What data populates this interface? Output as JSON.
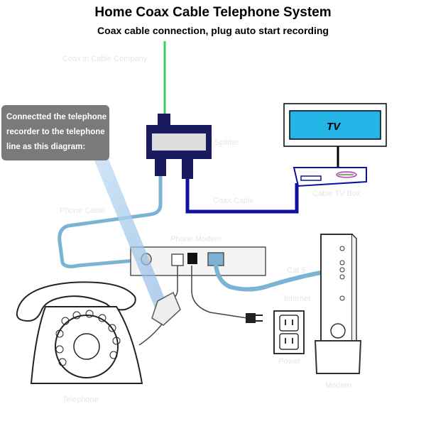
{
  "title": "Home Coax Cable Telephone System",
  "subtitle": "Coax cable connection, plug auto start recording",
  "note": {
    "lines": [
      "Connectted the telephone",
      "recorder to the telephone",
      "line as this diagram:"
    ]
  },
  "tv_label": "TV",
  "faint_labels": {
    "coax_in": "Coax in Cable Company",
    "splitter": "Splitter",
    "coax_cable": "Coax Cable",
    "cable_tv_box": "Cable TV Box",
    "phone_cable": "Phone Cable",
    "phone_modem": "Phone Modem",
    "cat5": "Cat 5",
    "internet": "Internet",
    "power": "Power",
    "modem_tower": "Modem",
    "telephone": "Telephone"
  },
  "colors": {
    "coax_in": "#33cc66",
    "coax_dark": "#1010a0",
    "phone_line": "#7ab3d3",
    "splitter_body": "#1a1a5e",
    "tv_screen": "#22b5e6",
    "note_bg": "#7a7a7a"
  }
}
